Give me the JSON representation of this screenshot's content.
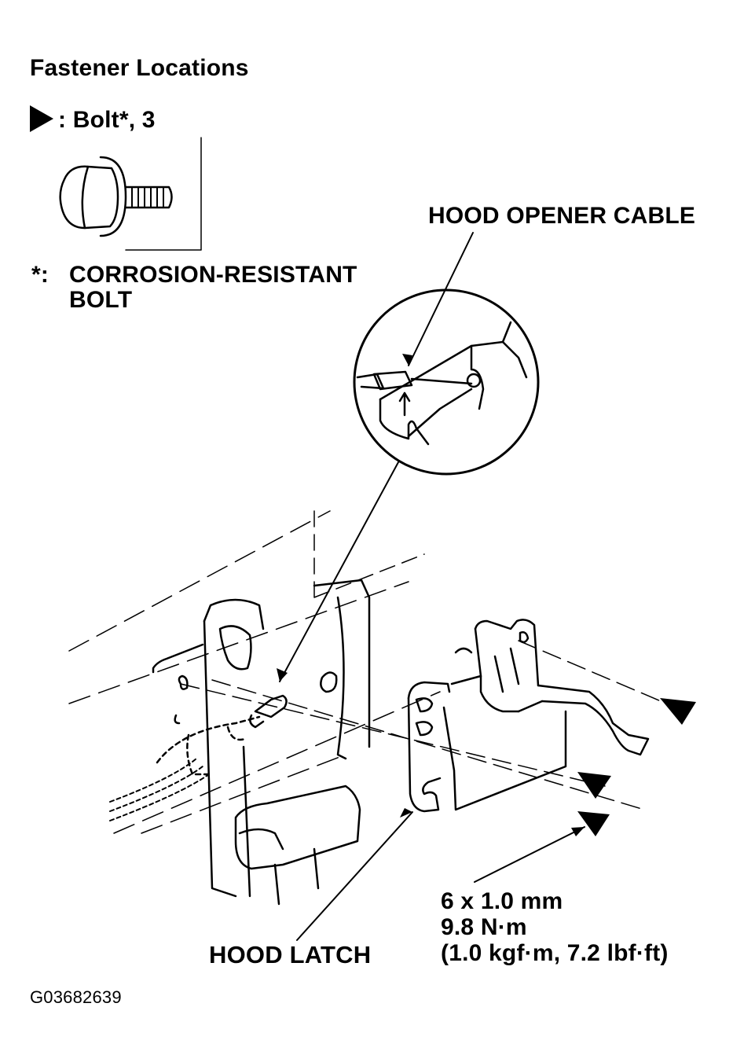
{
  "title": "Fastener Locations",
  "legend": {
    "label": ": Bolt*, 3"
  },
  "footnote": {
    "marker": "*:",
    "line1": "CORROSION-RESISTANT",
    "line2": "BOLT"
  },
  "callouts": {
    "cable": "HOOD OPENER CABLE",
    "latch": "HOOD LATCH"
  },
  "spec": {
    "size": "6 x 1.0 mm",
    "torque_nm": "9.8 N·m",
    "torque_alt": "(1.0 kgf·m, 7.2 lbf·ft)"
  },
  "figure_id": "G03682639"
}
